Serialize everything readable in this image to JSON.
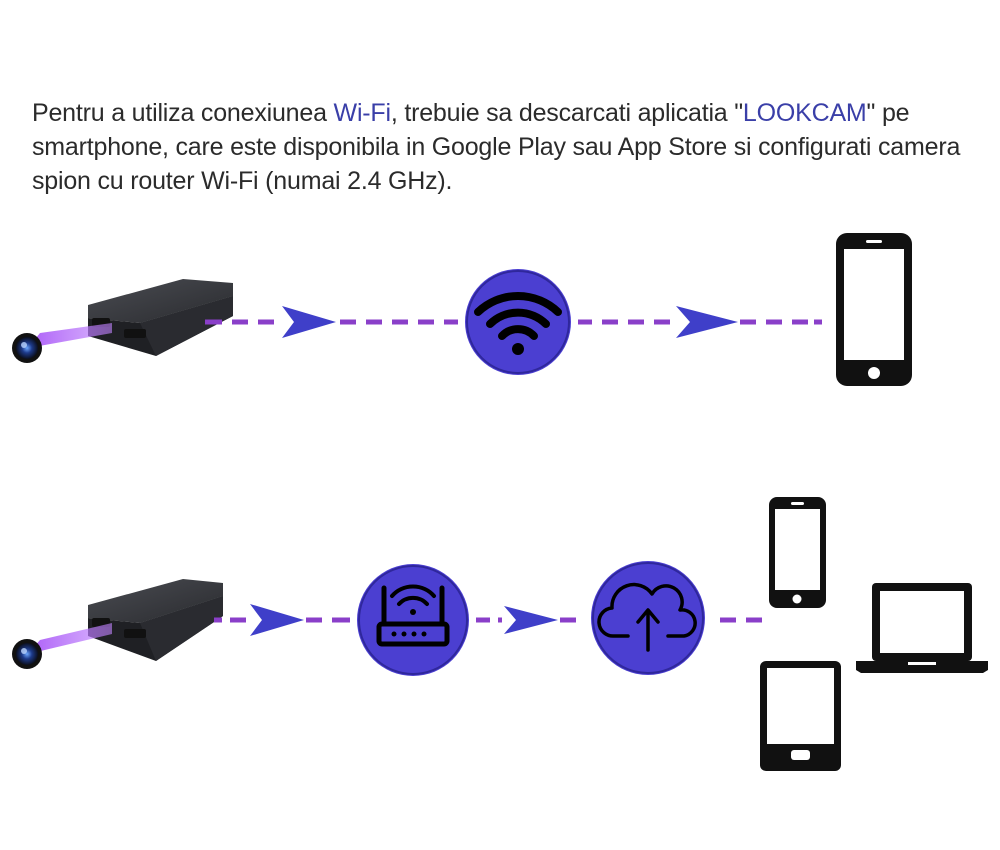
{
  "intro": {
    "part1": "Pentru a utiliza conexiunea ",
    "wifi_term": "Wi-Fi",
    "part2": ", trebuie sa descarcati aplicatia \"",
    "app_name": "LOOKCAM",
    "part3": "\" pe smartphone, care este disponibila in Google Play sau App Store si configurati camera spion cu router Wi-Fi (numai 2.4 GHz)."
  },
  "colors": {
    "text": "#2b2b2b",
    "highlight": "#3a3fa8",
    "circle_fill": "#4b3fd1",
    "dash": "#8a3fc9",
    "arrow": "#3f3fc9",
    "device_body": "#2e2f33",
    "beam": "#a855f7"
  },
  "rows": [
    {
      "name": "direct-wifi-connection",
      "nodes": [
        "spy-camera-powerbank",
        "wifi-icon",
        "smartphone-icon"
      ]
    },
    {
      "name": "router-cloud-connection",
      "nodes": [
        "spy-camera-powerbank",
        "router-icon",
        "cloud-upload-icon",
        "smartphone-icon",
        "laptop-icon",
        "tablet-icon"
      ]
    }
  ]
}
